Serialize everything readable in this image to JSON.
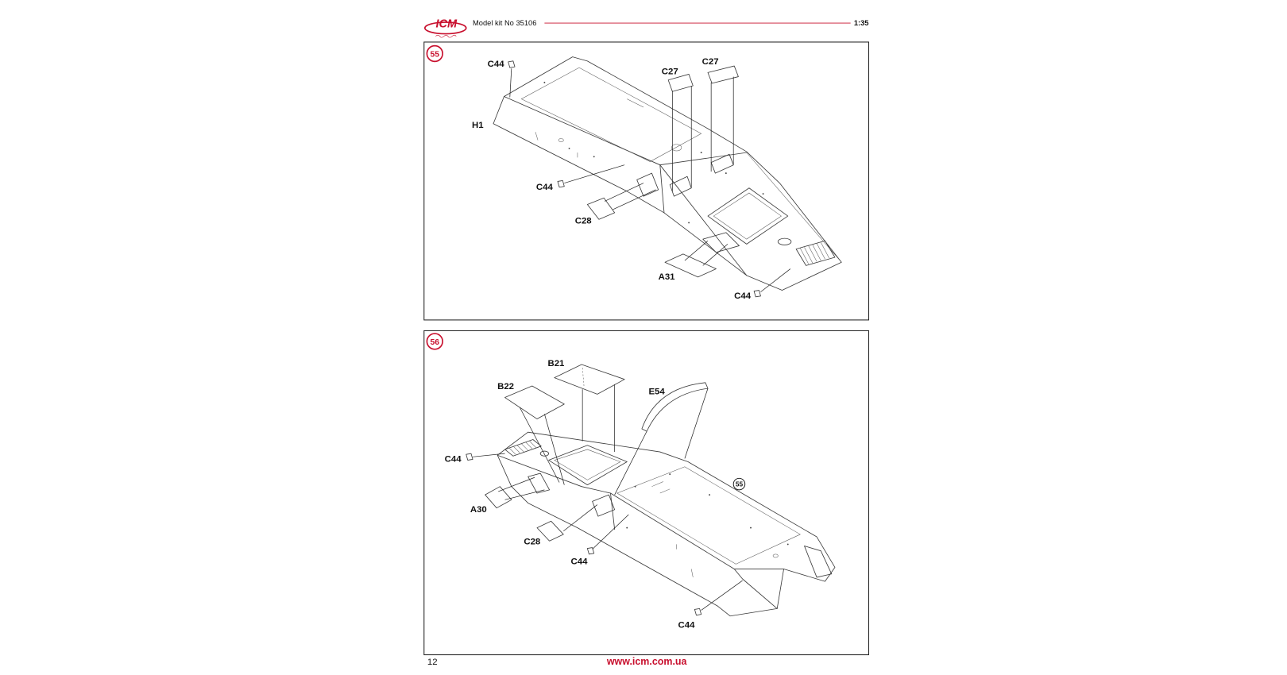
{
  "header": {
    "logo_text": "ICM",
    "kit_label": "Model kit No 35106",
    "scale": "1:35"
  },
  "steps": [
    {
      "number": "55",
      "labels": [
        "C44",
        "C27",
        "C27",
        "H1",
        "C44",
        "C28",
        "A31",
        "C44"
      ]
    },
    {
      "number": "56",
      "labels": [
        "B21",
        "B22",
        "E54",
        "C44",
        "A30",
        "C28",
        "C44",
        "C44"
      ],
      "reference": "55"
    }
  ],
  "footer": {
    "page_number": "12",
    "website": "www.icm.com.ua"
  },
  "colors": {
    "accent": "#c8102e",
    "line": "#3a3a3a",
    "paper": "#ffffff"
  }
}
